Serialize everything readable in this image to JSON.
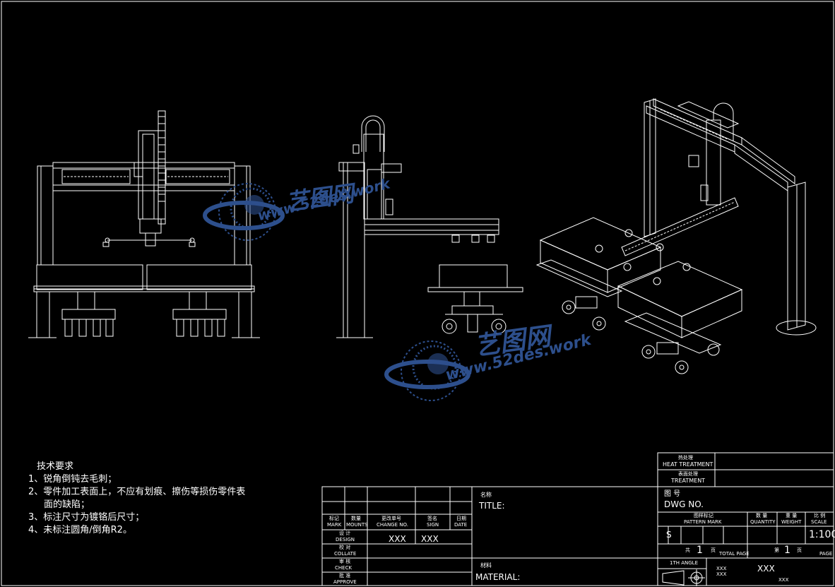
{
  "watermark": {
    "brand": "艺图网",
    "url": "www.52des.work",
    "color": "#2d4f8c"
  },
  "colors": {
    "background": "#000000",
    "lines": "#ffffff"
  },
  "notes": {
    "title": "技术要求",
    "items": [
      "1、锐角倒钝去毛刺；",
      "2、零件加工表面上，不应有划痕、擦伤等损伤零件表",
      "面的缺陷；",
      "3、标注尺寸为镀铬后尺寸；",
      "4、未标注圆角/倒角R2。"
    ]
  },
  "title_block": {
    "heat_treatment": "HEAT TREATMENT",
    "treatment": "TREATMENT",
    "dwg_no": "DWG NO.",
    "dwg_no_cn": "图 号",
    "pattern_mark": "PATTERN MARK",
    "pattern_mark_cn": "图样标记",
    "quantity": "QUANTITY",
    "quantity_cn": "数 量",
    "weight": "WEIGHT",
    "weight_cn": "重 量",
    "scale": "SCALE",
    "scale_cn": "比 例",
    "scale_value": "1:100",
    "pattern_value": "S",
    "total_page_label": "TOTAL PAGE",
    "total_prefix": "共",
    "total_value": "1",
    "total_suffix": "页",
    "page_label": "PAGE",
    "page_prefix": "第",
    "page_value": "1",
    "page_suffix": "页",
    "angle": "1TH ANGLE",
    "xxx_main": "XXX",
    "xxx_small_1": "XXX",
    "xxx_small_2": "XXX",
    "xxx_small_3": "XXX",
    "title_label_cn": "名称",
    "title_label": "TITLE:",
    "material_label_cn": "材料",
    "material_label": "MATERIAL:",
    "mark": "MARK",
    "mark_cn": "标记",
    "mounts": "MOUNTS",
    "mounts_cn": "数量",
    "change_no": "CHANGE NO.",
    "change_no_cn": "更改单号",
    "sign": "SIGN",
    "sign_cn": "签名",
    "date": "DATE",
    "date_cn": "日期",
    "design": "DESIGN",
    "design_cn": "设 计",
    "collate": "COLLATE",
    "collate_cn": "校 对",
    "check": "CHECK",
    "check_cn": "审 核",
    "approve": "APPROVE",
    "approve_cn": "批 准",
    "design_xxx_1": "XXX",
    "design_xxx_2": "XXX"
  }
}
